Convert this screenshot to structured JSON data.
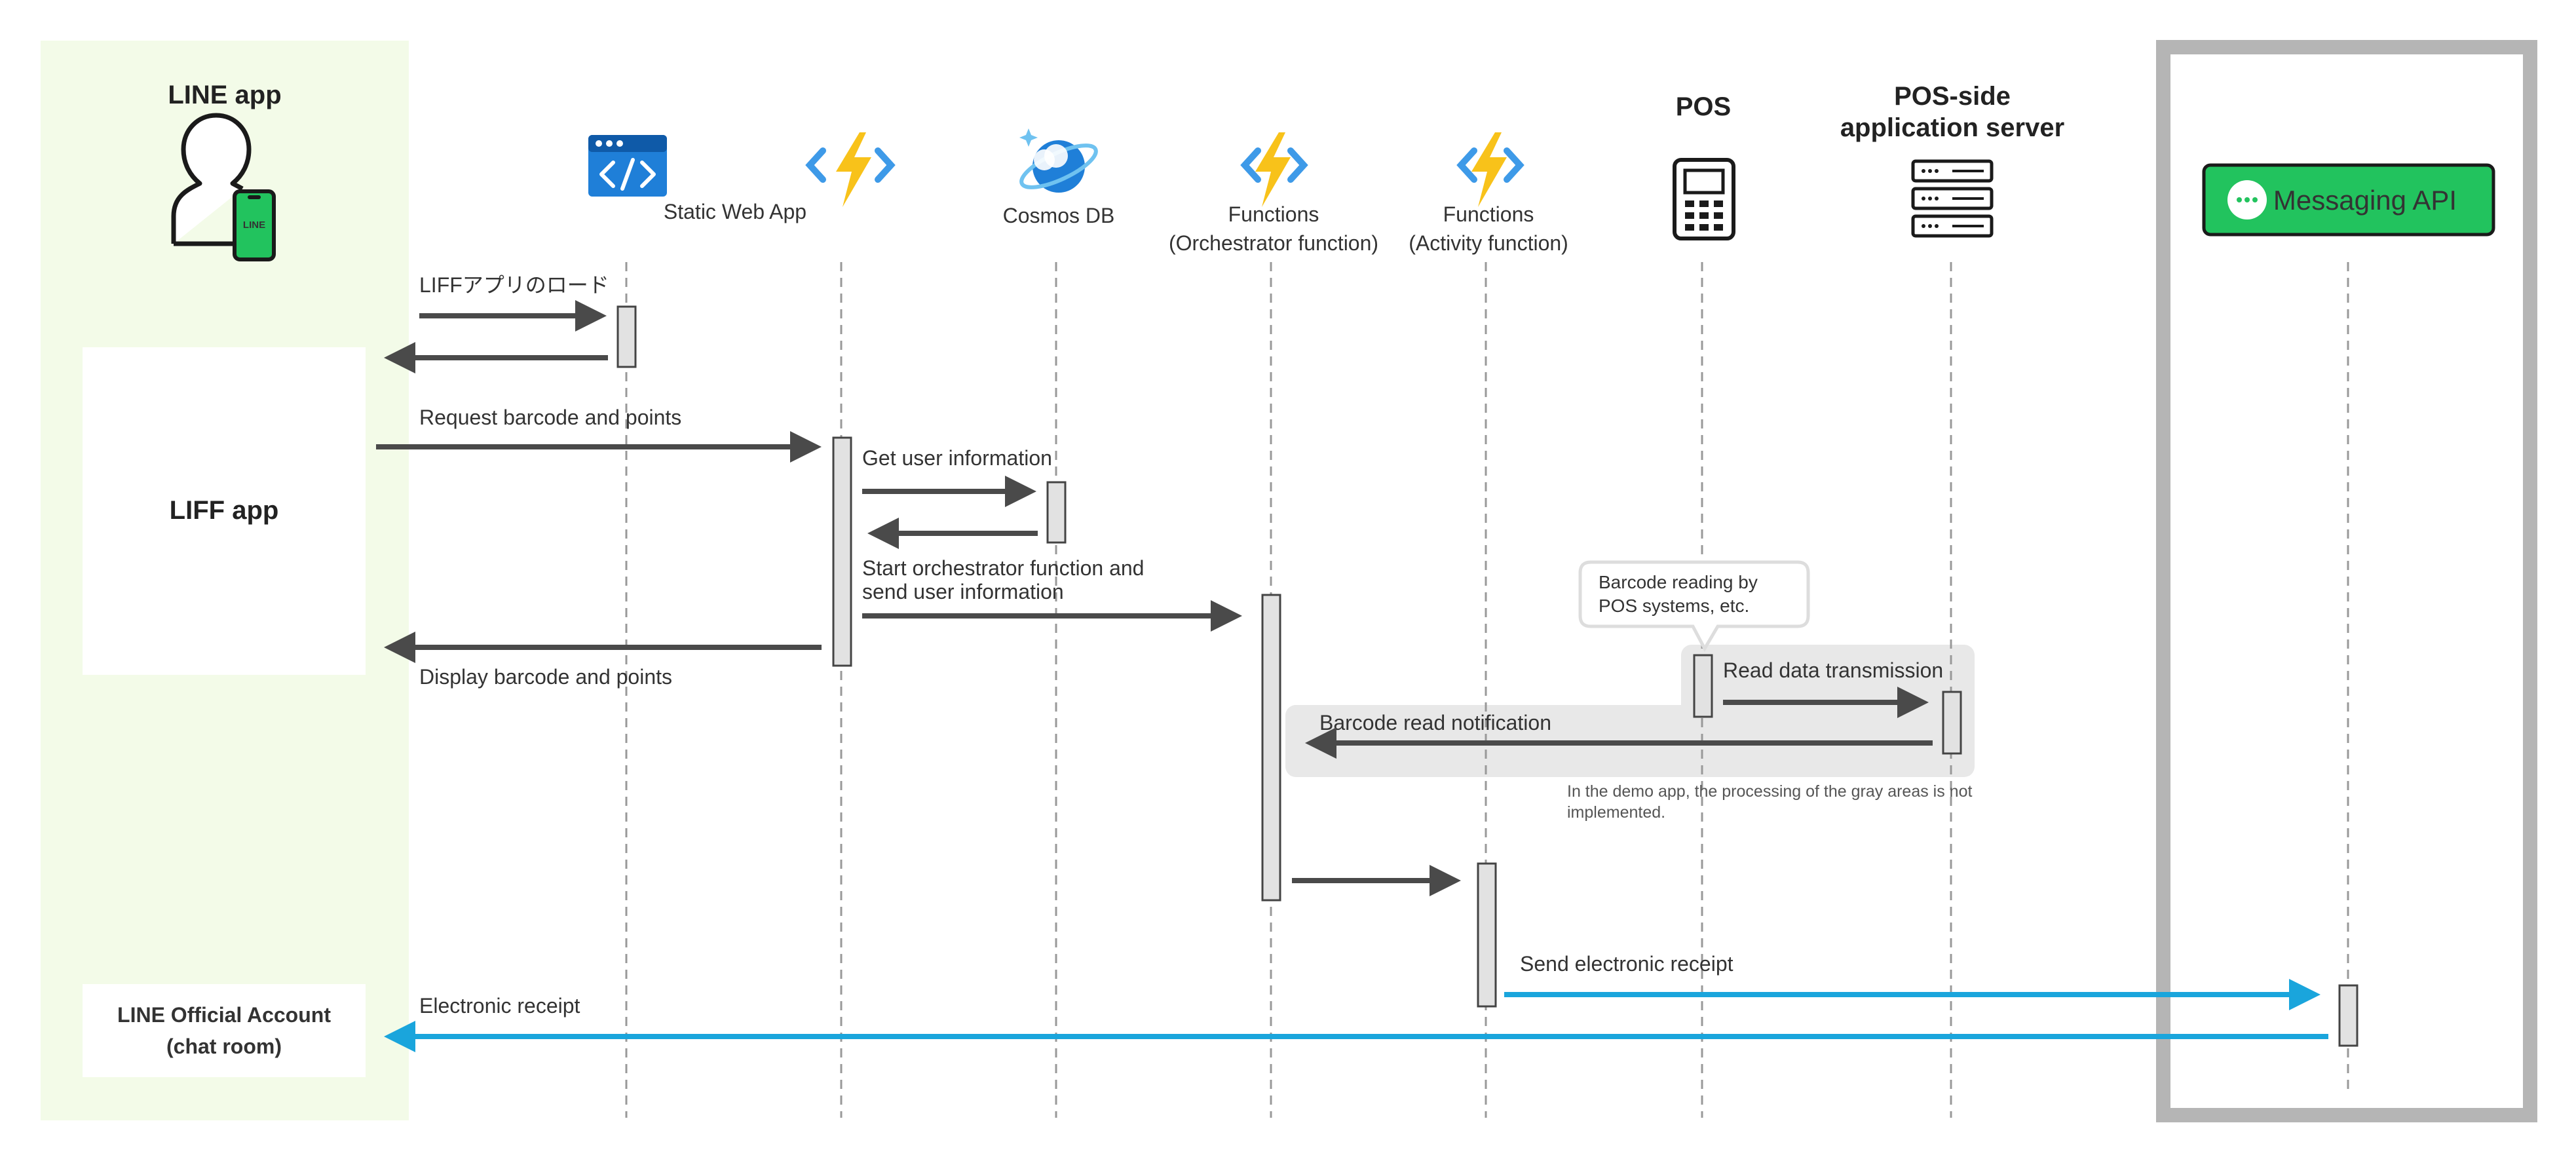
{
  "participants": {
    "line_app": "LINE app",
    "liff_app": "LIFF app",
    "official_account_line1": "LINE Official Account",
    "official_account_line2": "(chat room)",
    "static_web_app": "Static Web App",
    "cosmos_db": "Cosmos DB",
    "orchestrator_line1": "Functions",
    "orchestrator_line2": "(Orchestrator function)",
    "activity_line1": "Functions",
    "activity_line2": "(Activity function)",
    "pos": "POS",
    "pos_server_line1": "POS-side",
    "pos_server_line2": "application server",
    "messaging_api": "Messaging API",
    "phone_badge": "LINE"
  },
  "messages": {
    "liff_load": "LIFFアプリのロード",
    "request_barcode": "Request barcode and points",
    "get_user_info": "Get user information",
    "start_orchestrator_line1": "Start orchestrator function and",
    "start_orchestrator_line2": "send user information",
    "display_barcode": "Display barcode and points",
    "read_data": "Read data transmission",
    "barcode_read_notification": "Barcode read notification",
    "send_receipt": "Send electronic receipt",
    "electronic_receipt": "Electronic receipt"
  },
  "notes": {
    "bubble_line1": "Barcode reading by",
    "bubble_line2": "POS systems, etc.",
    "demo_line1": "In the demo app, the processing of the gray areas is not",
    "demo_line2": "implemented."
  },
  "colors": {
    "line_app_bg": "#f3fbe8",
    "accent_green": "#22c35e",
    "flow_blue": "#1aa5dc",
    "azure_blue": "#1f7fd8",
    "functions_yellow": "#f8c21a",
    "gray_area": "#e8e8e8",
    "frame_gray": "#b5b5b5"
  }
}
